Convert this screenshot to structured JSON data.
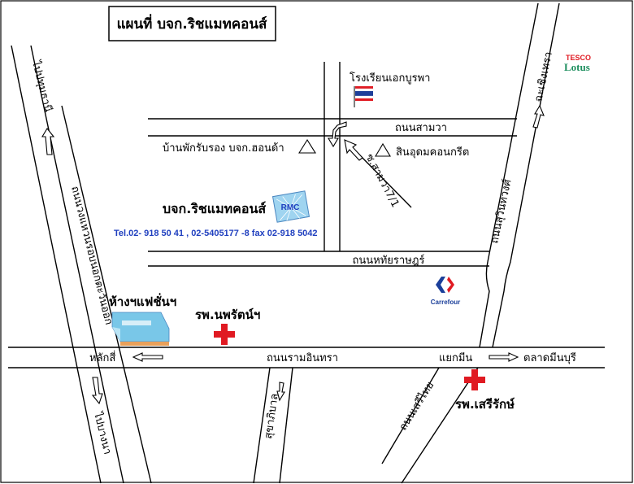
{
  "title": "แผนที่ บจก.ริชแมทคอนส์",
  "company": {
    "name": "บจก.ริชแมทคอนส์",
    "logo_text": "RMC",
    "phone": "Tel.02- 918 50 41 , 02-5405177 -8 fax 02-918 5042"
  },
  "roads": {
    "samwa": "ถนนสามวา",
    "soi_samwa": "ซ.สามวา7/1",
    "hathairat": "ถนนหทัยราษฎร์",
    "ram_inthra": "ถนนรามอินทรา",
    "suwinthawong": "ถนนสุวินทวงศ์",
    "seri_thai": "ถนนเสรีไทย",
    "left_vertical": "ถนนวงแหวนรอบนอกตะวันออก",
    "chachoengsao": "ฉะเชิงเทรา",
    "pathum": "ไปปทุมธานี",
    "bangna": "ไปบางนา",
    "sukhaphiban": "สุขาภิบาล"
  },
  "places": {
    "school": "โรงเรียนเอกบูรพา",
    "guesthouse": "บ้านพักรับรอง บจก.ฮอนด้า",
    "sin_udom": "สินอุดมคอนกรีต",
    "fashion": "ห้างฯแฟชั่นฯ",
    "hospital_nopparat": "รพ.นพรัตน์ฯ",
    "hospital_serirak": "รพ.เสรีรักษ์",
    "lak_si": "หลักสี่",
    "yaek_min": "แยกมีน",
    "talat_minburi": "ตลาดมีนบุรี",
    "tesco": "TESCO",
    "lotus": "Lotus",
    "carrefour": "Carrefour"
  },
  "colors": {
    "phone_text": "#1f3fbf",
    "hospital_red": "#e01a22",
    "tesco_red": "#e01a22",
    "lotus_green": "#1f8f5f",
    "carrefour_blue": "#1b3f9a",
    "carrefour_red": "#e01a22",
    "mall_blue": "#79c7e8"
  },
  "icons": [
    "flag-thailand-icon",
    "triangle-marker-icon",
    "hospital-cross-icon",
    "carrefour-logo-icon",
    "mall-building-icon",
    "arrow-icon"
  ]
}
